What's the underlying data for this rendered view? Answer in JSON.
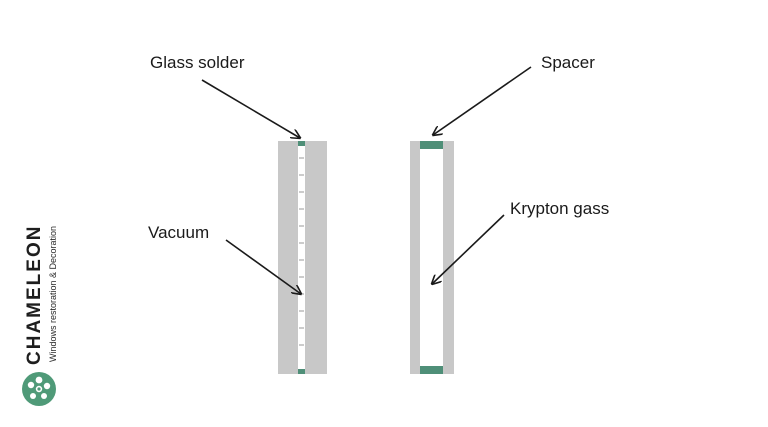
{
  "labels": {
    "glass_solder": "Glass solder",
    "vacuum": "Vacuum",
    "spacer": "Spacer",
    "krypton": "Krypton gass"
  },
  "brand": {
    "name": "CHAMELEON",
    "tagline": "Windows restoration & Decoration",
    "logo_icon": "flower-logo-icon"
  },
  "colors": {
    "background": "#ffffff",
    "glass": "#c8c8c8",
    "seal": "#4f8f78",
    "logo_green": "#4f9a78",
    "text": "#1a1a1a",
    "arrow": "#1a1a1a"
  }
}
